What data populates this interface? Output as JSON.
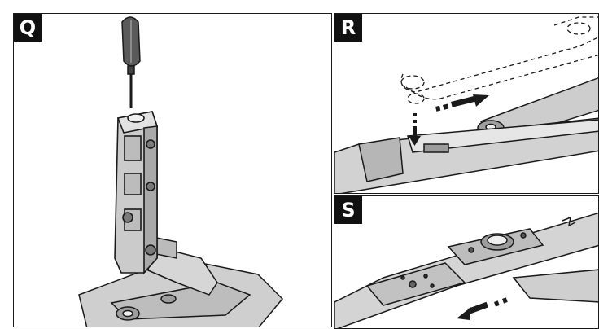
{
  "panels": [
    {
      "label": "Q"
    },
    {
      "label": "R"
    },
    {
      "label": "S"
    }
  ],
  "colors": {
    "metal": "#c9c9c9",
    "metal_dark": "#8e8e8e",
    "outline": "#1a1a1a",
    "background": "#ffffff",
    "badge": "#111111"
  }
}
